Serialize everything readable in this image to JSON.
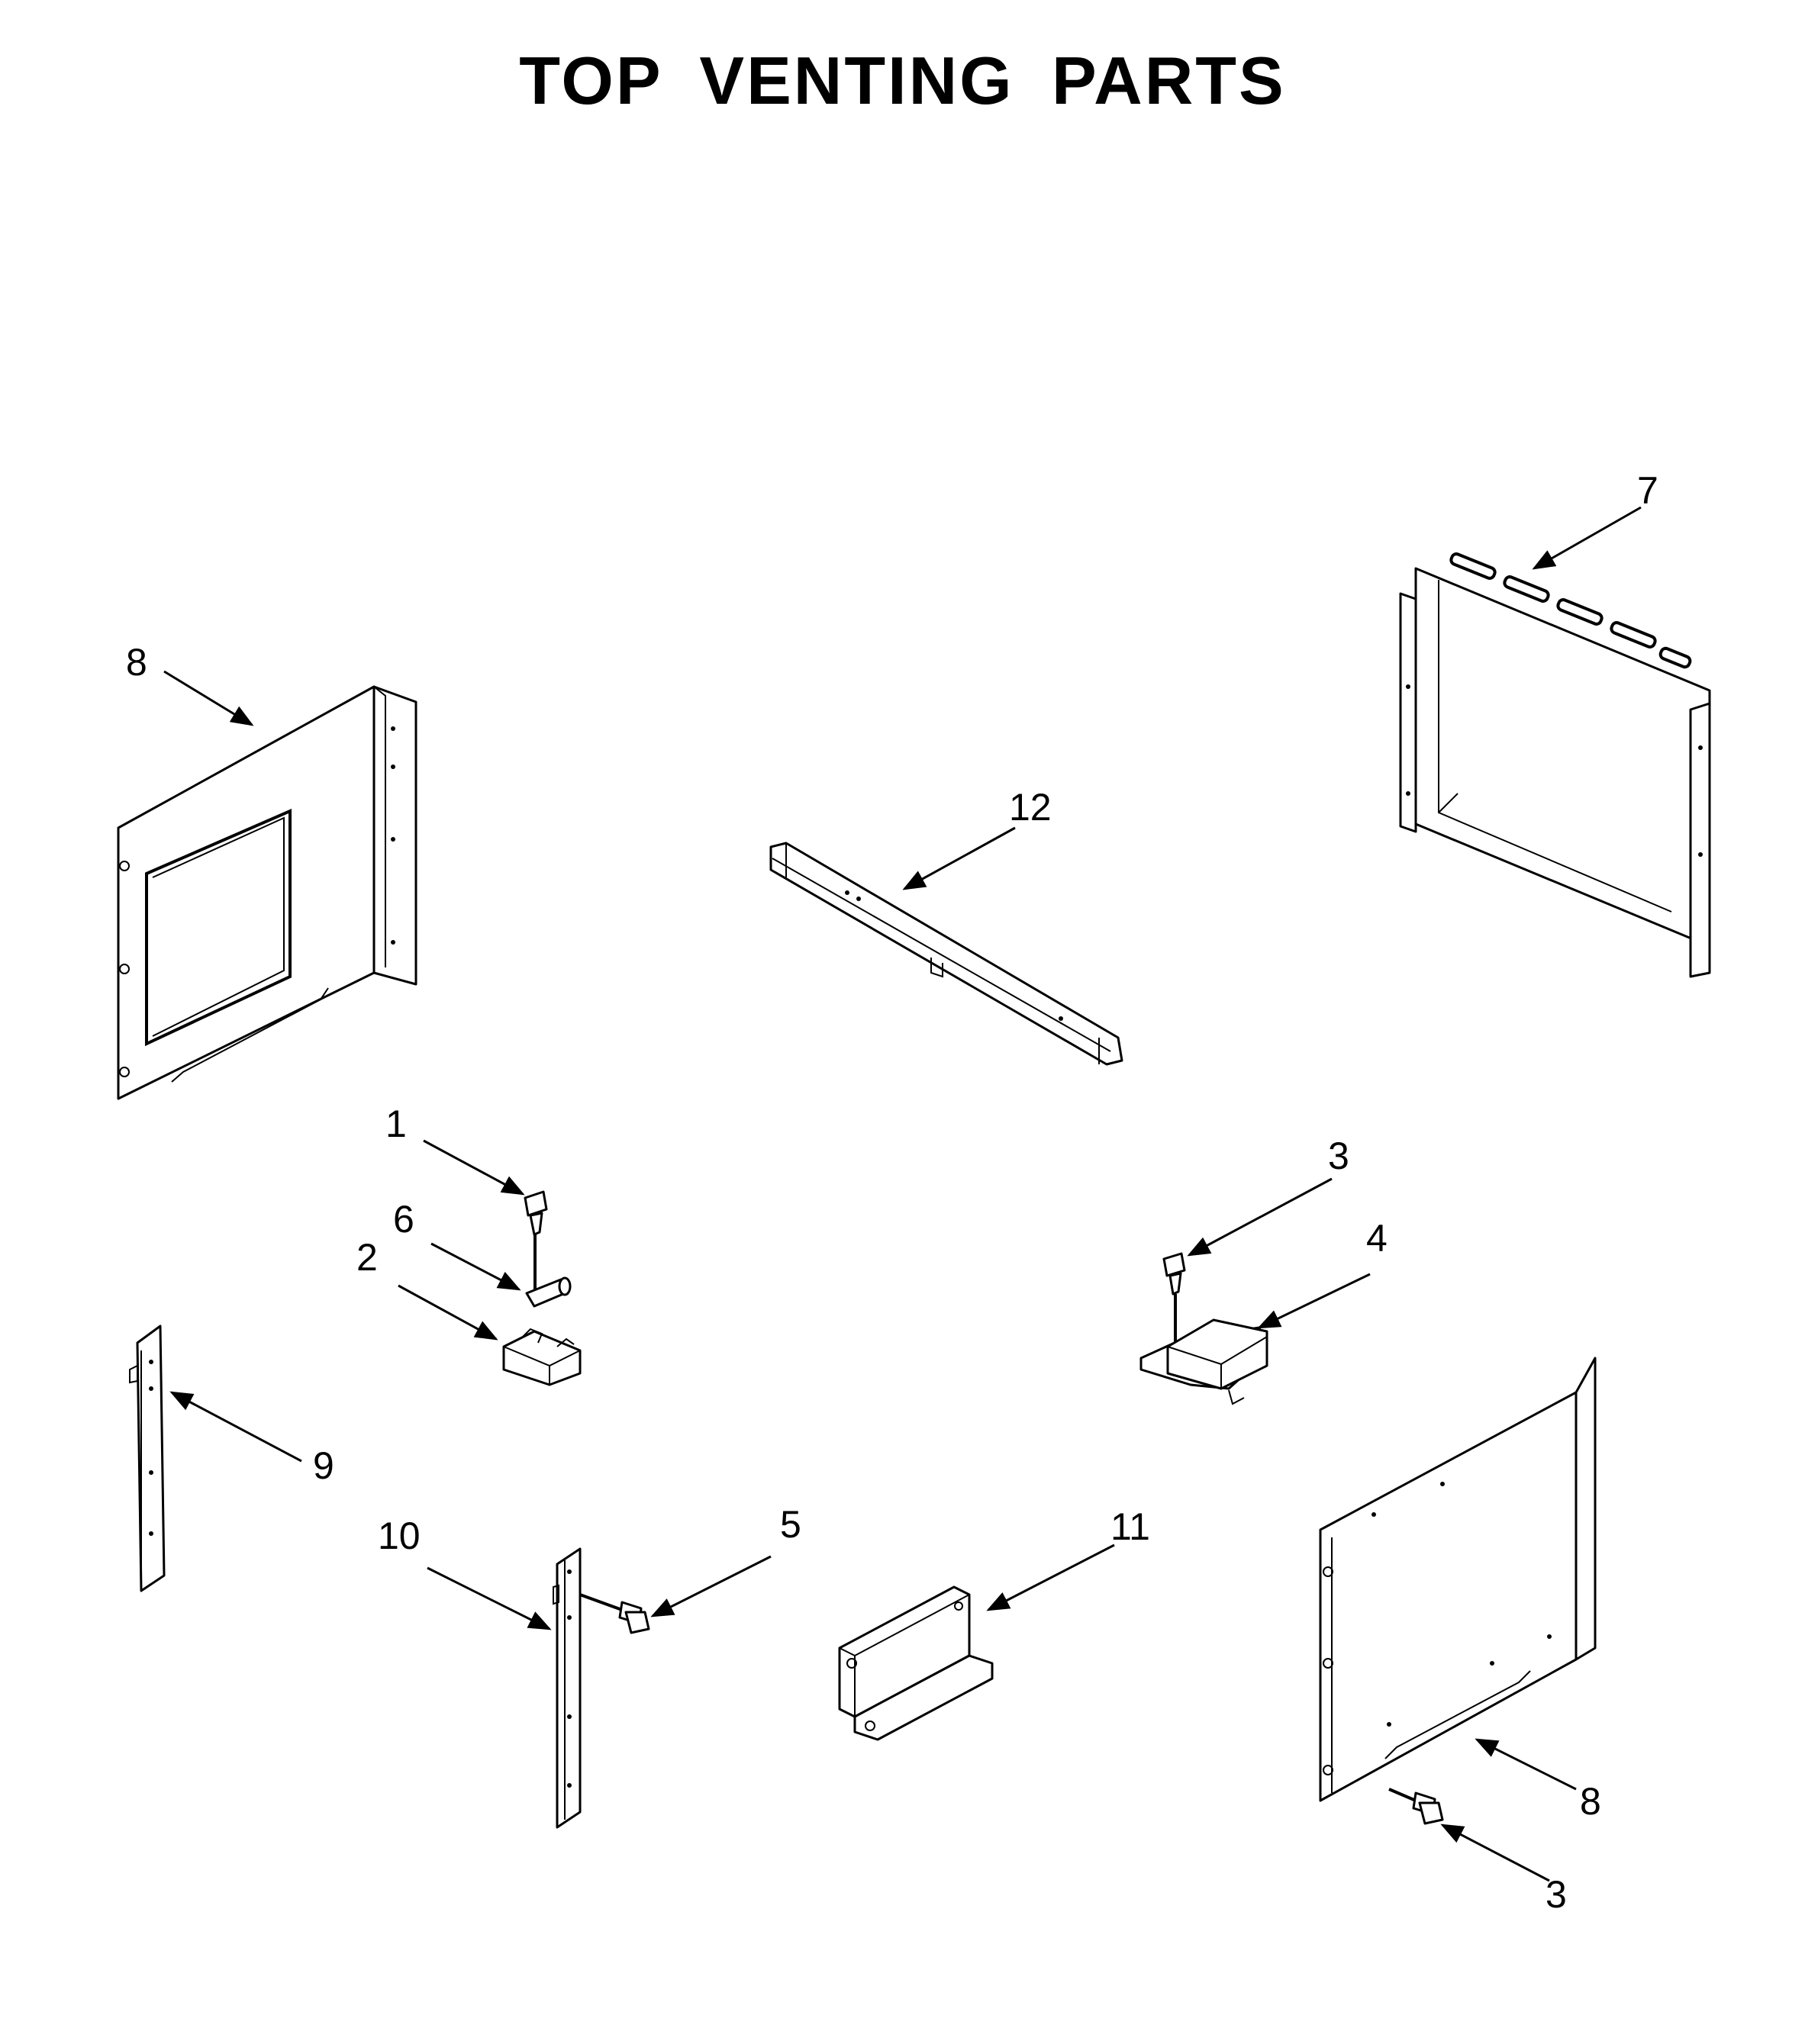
{
  "title": "TOP VENTING PARTS",
  "colors": {
    "line": "#000000",
    "background": "#ffffff"
  },
  "callouts": [
    {
      "id": "c1",
      "label": "1"
    },
    {
      "id": "c2",
      "label": "2"
    },
    {
      "id": "c3a",
      "label": "3"
    },
    {
      "id": "c3b",
      "label": "3"
    },
    {
      "id": "c4",
      "label": "4"
    },
    {
      "id": "c5",
      "label": "5"
    },
    {
      "id": "c6",
      "label": "6"
    },
    {
      "id": "c7",
      "label": "7"
    },
    {
      "id": "c8a",
      "label": "8"
    },
    {
      "id": "c8b",
      "label": "8"
    },
    {
      "id": "c9",
      "label": "9"
    },
    {
      "id": "c10",
      "label": "10"
    },
    {
      "id": "c11",
      "label": "11"
    },
    {
      "id": "c12",
      "label": "12"
    }
  ]
}
